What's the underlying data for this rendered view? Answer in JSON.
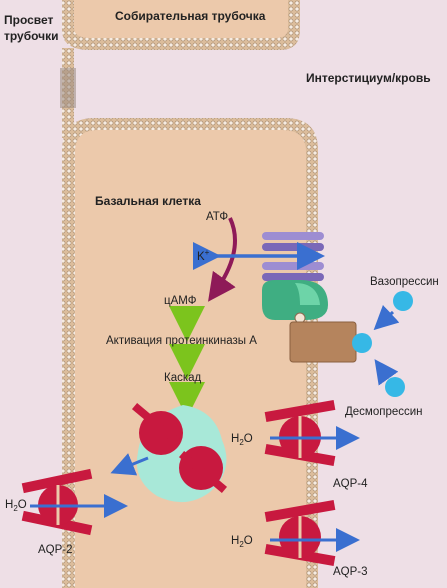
{
  "labels": {
    "lumen_line1": "Просвет",
    "lumen_line2": "трубочки",
    "collecting_duct": "Собирательная трубочка",
    "interstitium": "Интерстициум/кровь",
    "basal_cell": "Базальная клетка",
    "atp": "АТФ",
    "k": "K",
    "k_sup": "+",
    "camp": "цАМФ",
    "pka": "Активация протеинкиназы А",
    "cascade": "Каскад",
    "vasopressin": "Вазопрессин",
    "desmopressin": "Десмопрессин",
    "h2o_aqp2": "H",
    "h2o_aqp4": "H",
    "h2o_aqp3": "H",
    "sub2": "2",
    "o": "O",
    "aqp2": "AQP-2",
    "aqp4": "AQP-4",
    "aqp3": "AQP-3"
  },
  "colors": {
    "background": "#eedfe6",
    "cell": "#ecc9ab",
    "membrane": "#d8b593",
    "aquaporin": "#c8193f",
    "arrow_blue": "#3a6fd0",
    "arrow_green": "#7cc41d",
    "arrow_purple": "#8e1a58",
    "receptor": "#b5845d",
    "ligand": "#36b8e6",
    "channel": "#8a77c2",
    "gprotein": "#42b889",
    "vesicle": "#a8e8d8"
  }
}
